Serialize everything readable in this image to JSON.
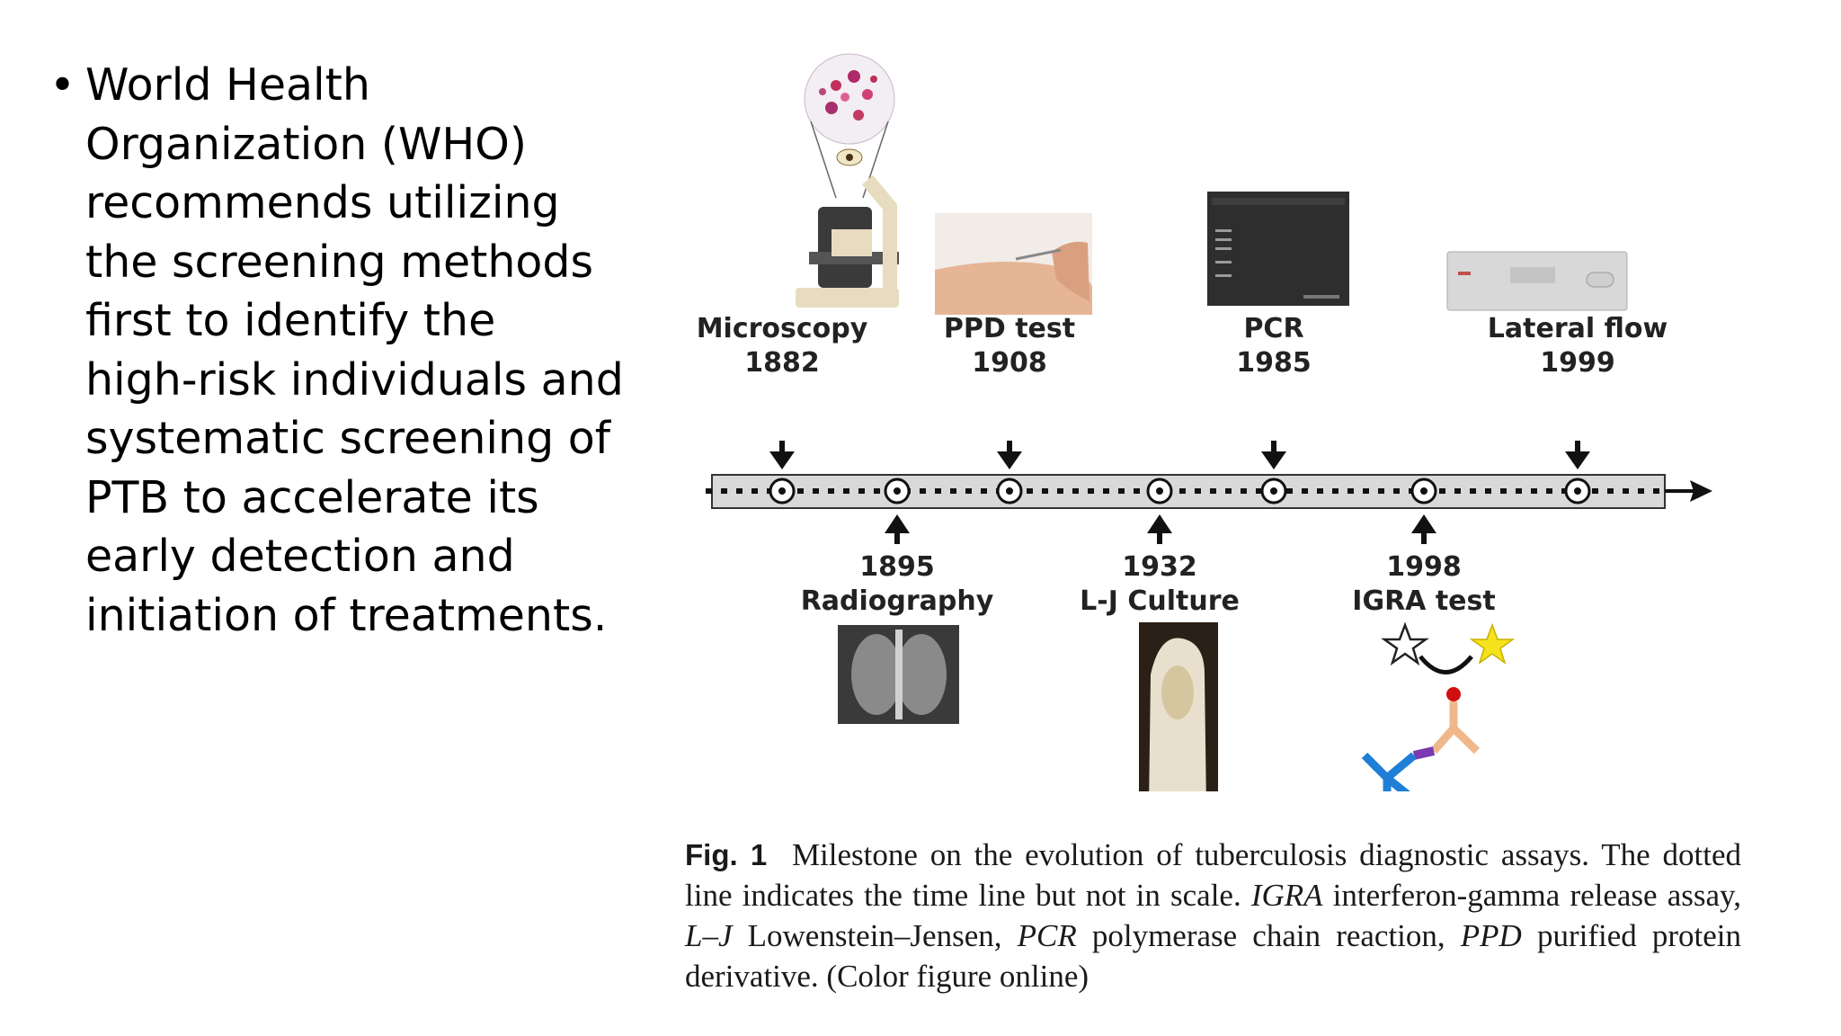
{
  "bullet": {
    "marker": "•",
    "text": "World Health\nOrganization (WHO)\nrecommends utilizing\nthe screening methods\nfirst to identify the\nhigh-risk individuals and\nsystematic screening of\nPTB to accelerate its\nearly detection and\ninitiation of treatments."
  },
  "timeline": {
    "above": [
      {
        "name": "Microscopy",
        "year": "1882"
      },
      {
        "name": "PPD test",
        "year": "1908"
      },
      {
        "name": "PCR",
        "year": "1985"
      },
      {
        "name": "Lateral flow",
        "year": "1999"
      }
    ],
    "below": [
      {
        "year": "1895",
        "name": "Radiography"
      },
      {
        "year": "1932",
        "name": "L-J Culture"
      },
      {
        "year": "1998",
        "name": "IGRA test"
      }
    ]
  },
  "caption": {
    "fig_label": "Fig. 1",
    "part1": "Milestone on the evolution of tuberculosis diagnostic assays. The dotted line indicates the time line but not in scale.",
    "igra_abbr": "IGRA",
    "igra_def": "interferon-gamma release assay,",
    "lj_abbr": "L–J",
    "lj_def": "Lowenstein–Jensen,",
    "pcr_abbr": "PCR",
    "pcr_def": "polymerase chain reaction,",
    "ppd_abbr": "PPD",
    "ppd_def": "purified protein derivative. (Color figure online)"
  },
  "colors": {
    "timeline_bar": "#d9d9d9",
    "text": "#222222",
    "star_yellow": "#f5e21c",
    "antibody_blue": "#1f7fd6",
    "antigen_orange": "#f0b88a"
  }
}
